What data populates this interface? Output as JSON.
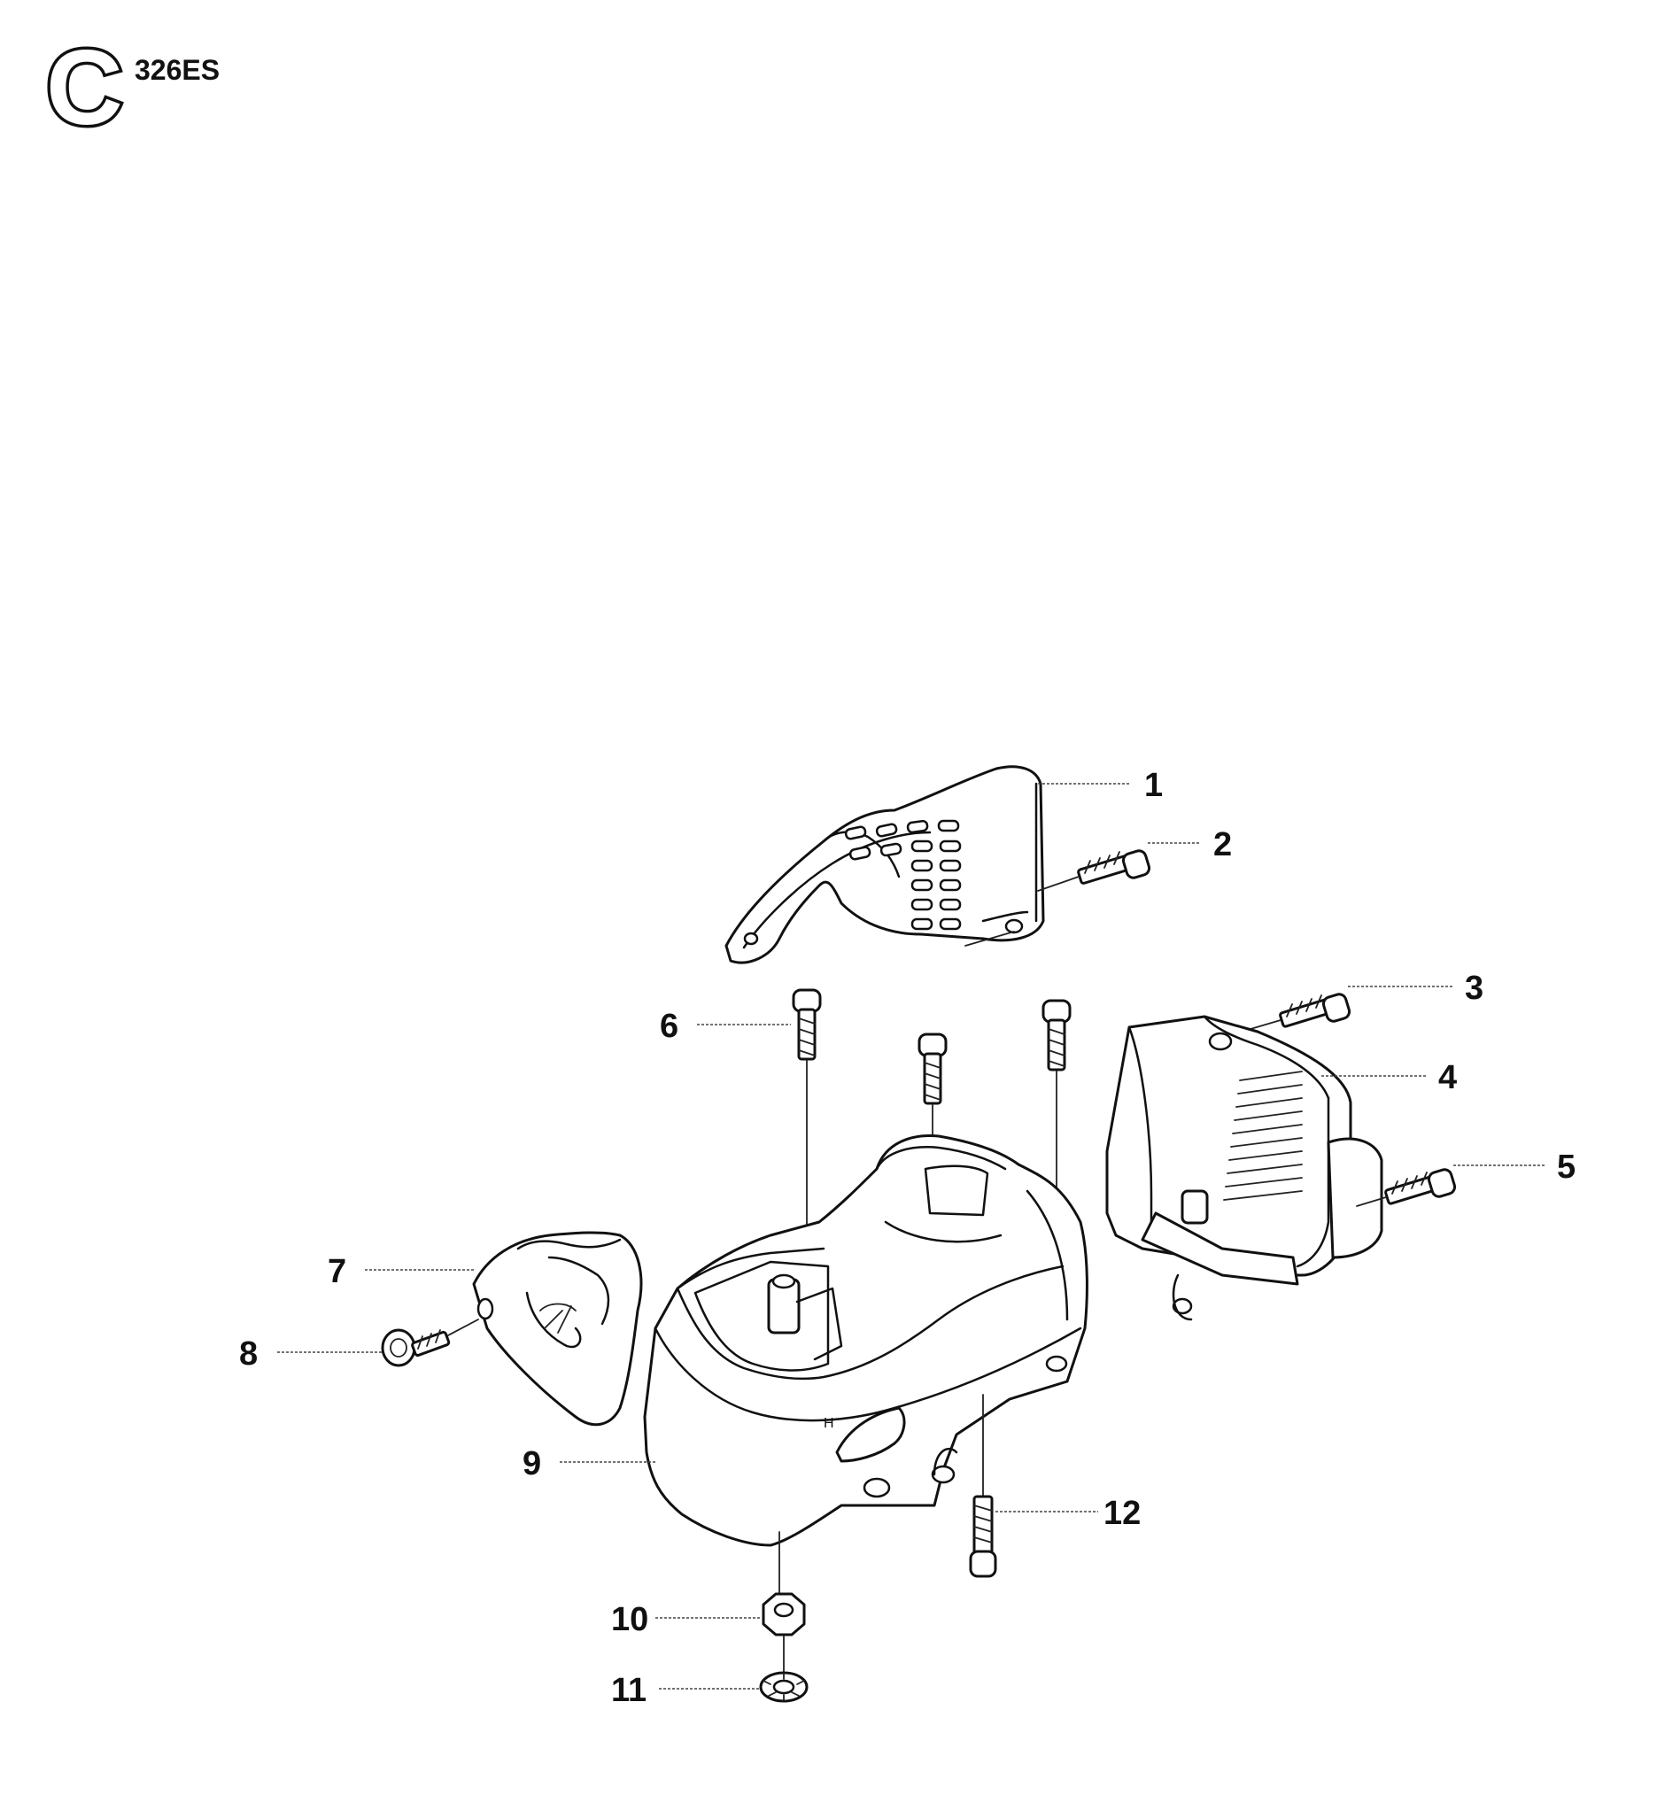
{
  "header": {
    "section_letter": "C",
    "model": "326ES"
  },
  "callouts": [
    "1",
    "2",
    "3",
    "4",
    "5",
    "6",
    "7",
    "8",
    "9",
    "10",
    "11",
    "12"
  ]
}
